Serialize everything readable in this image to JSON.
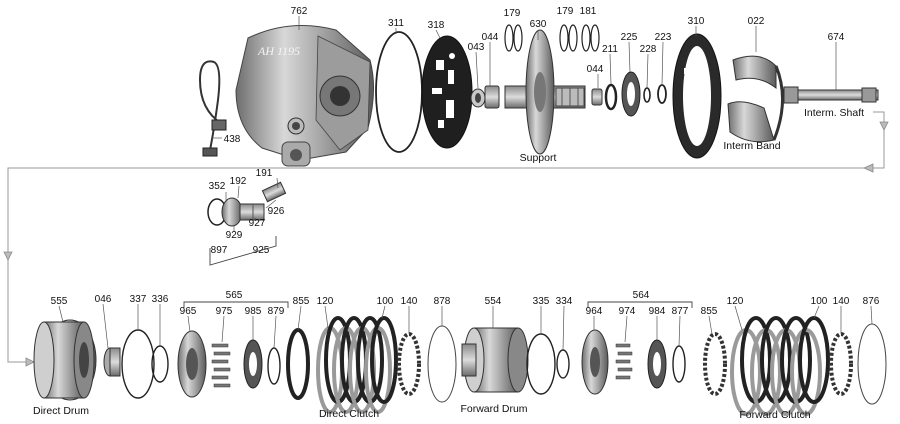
{
  "diagram": {
    "part_numbers": {
      "p762": "762",
      "p311": "311",
      "p318": "318",
      "p179a": "179",
      "p630": "630",
      "p179b": "179",
      "p181": "181",
      "p043": "043",
      "p044a": "044",
      "p044b": "044",
      "p211": "211",
      "p225": "225",
      "p228": "228",
      "p223": "223",
      "p310": "310",
      "p022": "022",
      "p674": "674",
      "p438": "438",
      "p352": "352",
      "p192": "192",
      "p191": "191",
      "p926": "926",
      "p927": "927",
      "p929": "929",
      "p897": "897",
      "p925": "925",
      "p555": "555",
      "p046": "046",
      "p337": "337",
      "p336": "336",
      "p565": "565",
      "p965": "965",
      "p975": "975",
      "p985": "985",
      "p879": "879",
      "p855a": "855",
      "p120a": "120",
      "p100a": "100",
      "p140a": "140",
      "p878": "878",
      "p554": "554",
      "p335": "335",
      "p334": "334",
      "p564": "564",
      "p964": "964",
      "p974": "974",
      "p984": "984",
      "p877": "877",
      "p855b": "855",
      "p120b": "120",
      "p100b": "100",
      "p140b": "140",
      "p876": "876"
    },
    "captions": {
      "support": "Support",
      "interm_shaft": "Interm. Shaft",
      "interm_band": "Interm Band",
      "direct_drum": "Direct Drum",
      "direct_clutch": "Direct Clutch",
      "forward_drum": "Forward Drum",
      "forward_clutch": "Forward Clutch"
    },
    "case_text": "AH 1195"
  }
}
